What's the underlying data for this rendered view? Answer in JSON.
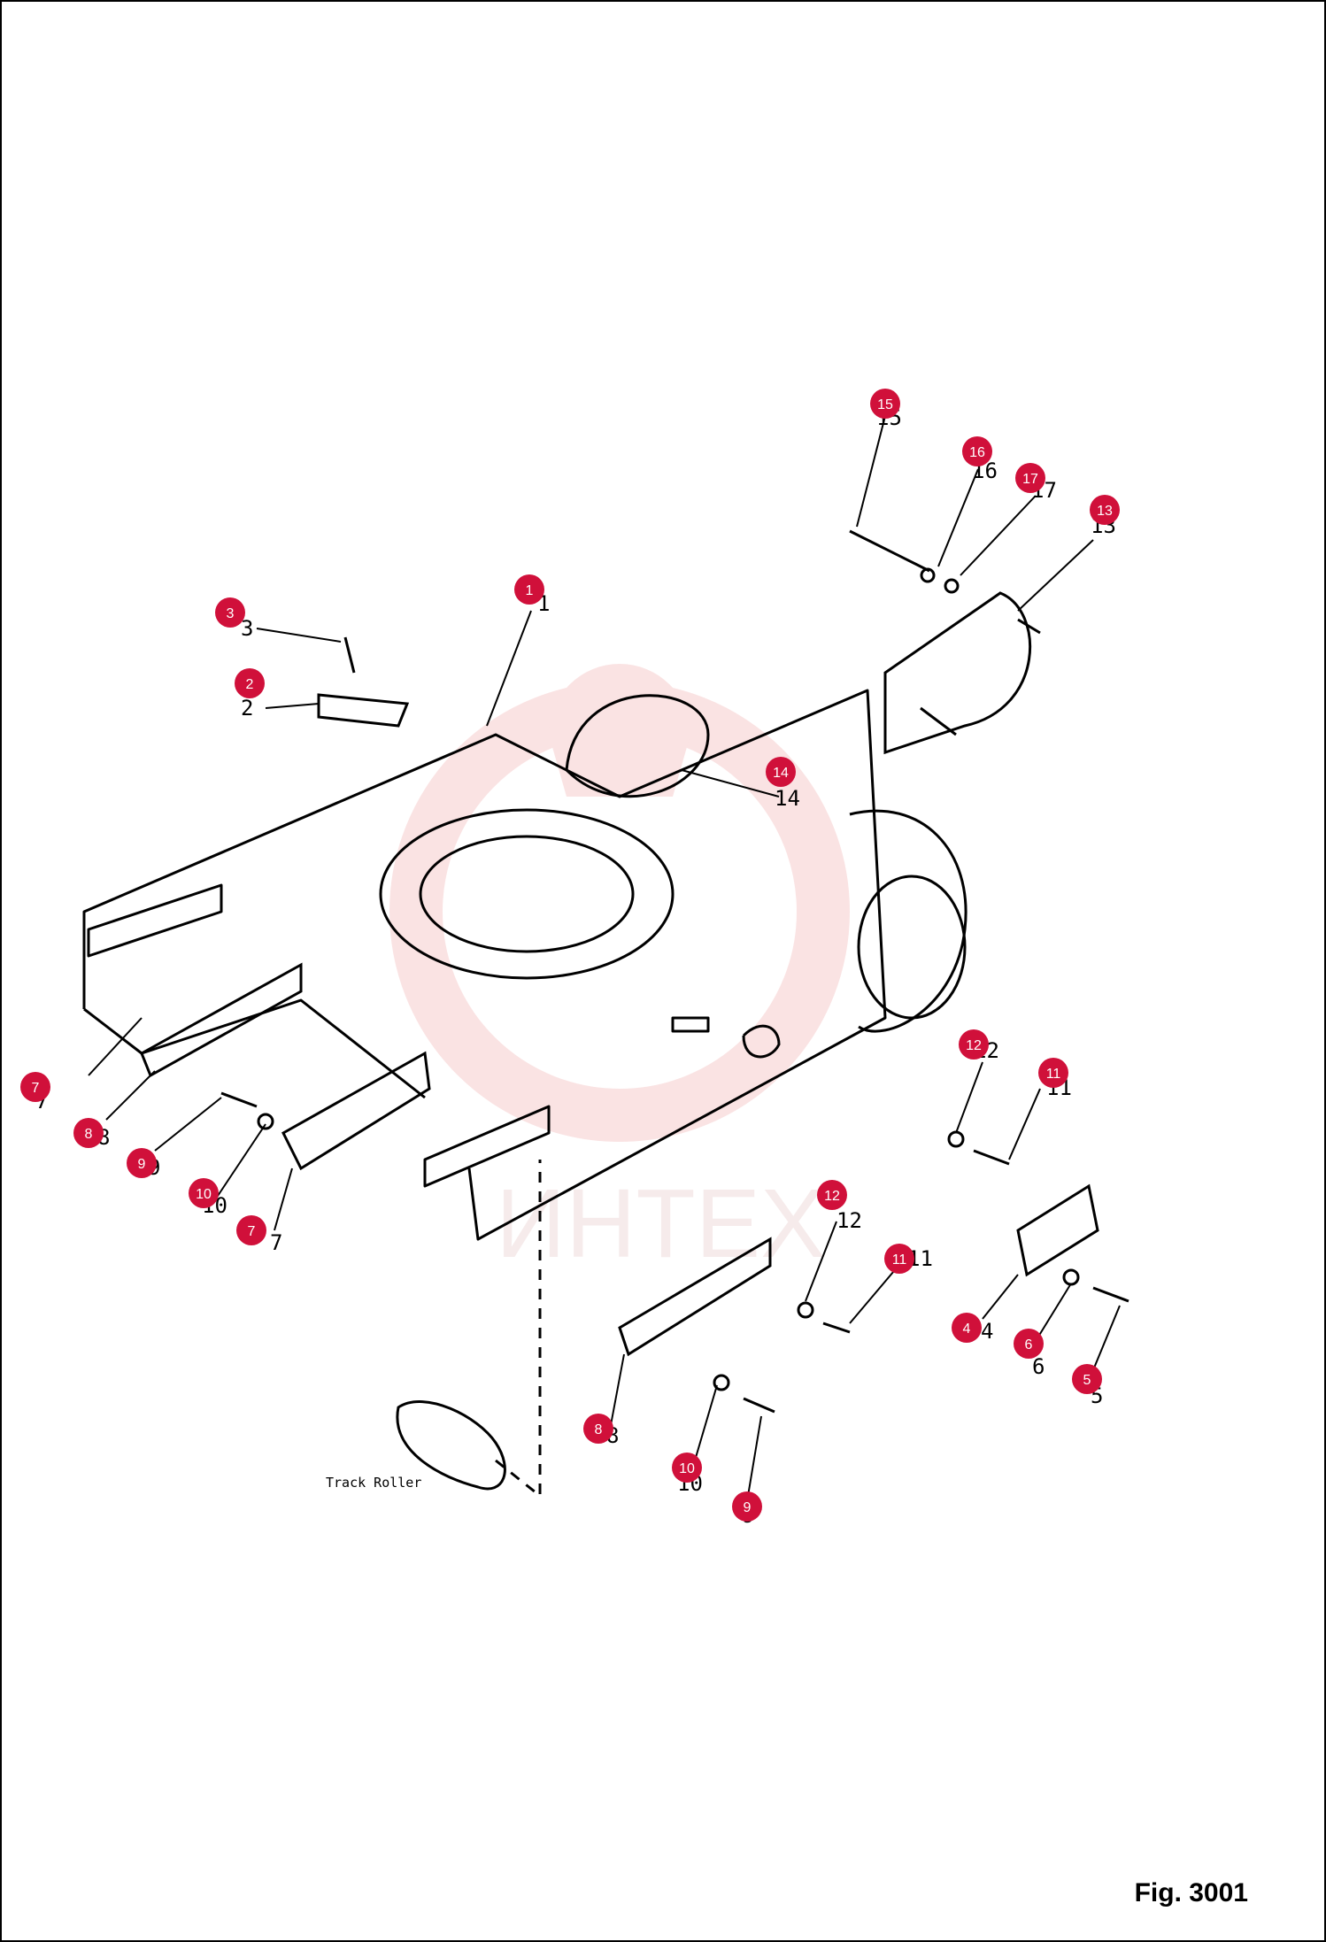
{
  "figure": {
    "label": "Fig. 3001"
  },
  "watermark": {
    "text": "ИНТЕХ",
    "color": "#f2c4c4"
  },
  "colors": {
    "callout": "#d0103a",
    "line": "#000000"
  },
  "part_labels": {
    "p1": "1",
    "p2": "2",
    "p3": "3",
    "p4": "4",
    "p5": "5",
    "p6": "6",
    "p7a": "7",
    "p7b": "7",
    "p8a": "8",
    "p8b": "8",
    "p9a": "9",
    "p9b": "9",
    "p10a": "10",
    "p10b": "10",
    "p11a": "11",
    "p11b": "11",
    "p12a": "12",
    "p12b": "12",
    "p13": "13",
    "p14": "14",
    "p15": "15",
    "p16": "16",
    "p17": "17"
  },
  "callouts": [
    "1",
    "2",
    "3",
    "4",
    "5",
    "6",
    "7",
    "7",
    "8",
    "8",
    "9",
    "9",
    "10",
    "10",
    "11",
    "11",
    "12",
    "12",
    "13",
    "14",
    "15",
    "16",
    "17"
  ],
  "track_roller_label": "Track Roller"
}
